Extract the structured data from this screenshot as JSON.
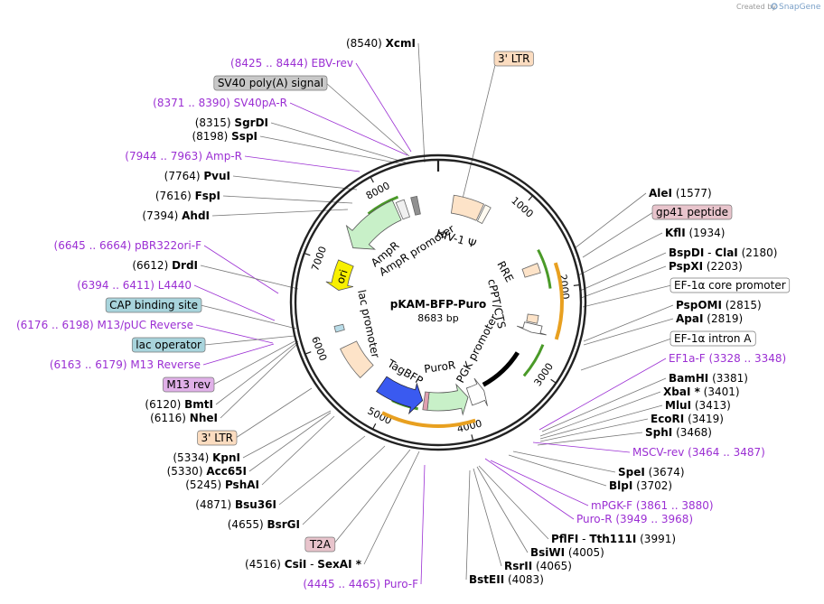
{
  "credit": {
    "created_by": "Created by",
    "brand": "SnapGene"
  },
  "plasmid": {
    "name": "pKAM-BFP-Puro",
    "length": "8683 bp"
  },
  "tick_labels": [
    "1000",
    "2000",
    "3000",
    "4000",
    "5000",
    "6000",
    "7000",
    "8000"
  ],
  "feature_labels": {
    "hiv1_psi": "HIV-1 Ψ",
    "rre": "RRE",
    "cppt": "cPPT/CTS",
    "pgk": "PGK promoter",
    "puror": "PuroR",
    "tagbfp": "TagBFP",
    "lac": "lac promoter",
    "ori": "ori",
    "ampr_promoter": "AmpR promoter",
    "ampr": "AmpR"
  },
  "right_labels": [
    {
      "id": "alei",
      "name": "AleI",
      "pos": "(1577)"
    },
    {
      "id": "gp41",
      "tag": "gp41 peptide",
      "tag_color": "#e8c4cc"
    },
    {
      "id": "kfli",
      "name": "KflI",
      "pos": "(1934)"
    },
    {
      "id": "bspdi",
      "name": "BspDI",
      "sep": "-",
      "name2": "ClaI",
      "pos": "(2180)"
    },
    {
      "id": "pspxi",
      "name": "PspXI",
      "pos": "(2203)"
    },
    {
      "id": "ef1a-core",
      "tag": "EF-1α core promoter",
      "tag_color": "#ffffff"
    },
    {
      "id": "pspomi",
      "name": "PspOMI",
      "pos": "(2815)"
    },
    {
      "id": "apai",
      "name": "ApaI",
      "pos": "(2819)"
    },
    {
      "id": "ef1a-intron",
      "tag": "EF-1α intron A",
      "tag_color": "#ffffff"
    },
    {
      "id": "ef1a-f",
      "primer": "EF1a-F",
      "pos": "(3328 .. 3348)"
    },
    {
      "id": "bamhi",
      "name": "BamHI",
      "pos": "(3381)"
    },
    {
      "id": "xbai",
      "name": "XbaI *",
      "pos": "(3401)"
    },
    {
      "id": "mlui",
      "name": "MluI",
      "pos": "(3413)"
    },
    {
      "id": "ecori",
      "name": "EcoRI",
      "pos": "(3419)"
    },
    {
      "id": "sphi",
      "name": "SphI",
      "pos": "(3468)"
    },
    {
      "id": "mscv-rev",
      "primer": "MSCV-rev",
      "pos": "(3464 .. 3487)"
    },
    {
      "id": "spei",
      "name": "SpeI",
      "pos": "(3674)"
    },
    {
      "id": "blpi",
      "name": "BlpI",
      "pos": "(3702)"
    },
    {
      "id": "mpgk-f",
      "primer": "mPGK-F",
      "pos": "(3861 .. 3880)"
    },
    {
      "id": "puro-r",
      "primer": "Puro-R",
      "pos": "(3949 .. 3968)"
    },
    {
      "id": "pflfi",
      "name": "PflFI",
      "sep": "-",
      "name2": "Tth111I",
      "pos": "(3991)"
    },
    {
      "id": "bsiwi",
      "name": "BsiWI",
      "pos": "(4005)"
    },
    {
      "id": "rsrii",
      "name": "RsrII",
      "pos": "(4065)"
    },
    {
      "id": "bsteii",
      "name": "BstEII",
      "pos": "(4083)"
    }
  ],
  "top_labels": [
    {
      "id": "3ltr-top",
      "tag": "3' LTR",
      "tag_color": "#fbdcc0"
    }
  ],
  "left_labels": [
    {
      "id": "xcmi",
      "name": "XcmI",
      "pos": "(8540)"
    },
    {
      "id": "ebv-rev",
      "primer": "EBV-rev",
      "pos": "(8425 .. 8444)"
    },
    {
      "id": "sv40polya",
      "tag": "SV40 poly(A) signal",
      "tag_color": "#c8c8c8"
    },
    {
      "id": "sv40pa-r",
      "primer": "SV40pA-R",
      "pos": "(8371 .. 8390)"
    },
    {
      "id": "sgrdi",
      "name": "SgrDI",
      "pos": "(8315)"
    },
    {
      "id": "sspi",
      "name": "SspI",
      "pos": "(8198)"
    },
    {
      "id": "amp-r",
      "primer": "Amp-R",
      "pos": "(7944 .. 7963)"
    },
    {
      "id": "pvui",
      "name": "PvuI",
      "pos": "(7764)"
    },
    {
      "id": "fspi",
      "name": "FspI",
      "pos": "(7616)"
    },
    {
      "id": "ahdi",
      "name": "AhdI",
      "pos": "(7394)"
    },
    {
      "id": "pbr322ori-f",
      "primer": "pBR322ori-F",
      "pos": "(6645 .. 6664)"
    },
    {
      "id": "drdi",
      "name": "DrdI",
      "pos": "(6612)"
    },
    {
      "id": "l4440",
      "primer": "L4440",
      "pos": "(6394 .. 6411)"
    },
    {
      "id": "cap",
      "tag": "CAP binding site",
      "tag_color": "#a8d4dc"
    },
    {
      "id": "m13puc",
      "primer": "M13/pUC Reverse",
      "pos": "(6176 .. 6198)"
    },
    {
      "id": "lacop",
      "tag": "lac operator",
      "tag_color": "#a8d4dc"
    },
    {
      "id": "m13rev-primer",
      "primer": "M13 Reverse",
      "pos": "(6163 .. 6179)"
    },
    {
      "id": "m13rev-tag",
      "tag": "M13 rev",
      "tag_color": "#e0b0e8"
    },
    {
      "id": "bmti",
      "name": "BmtI",
      "pos": "(6120)"
    },
    {
      "id": "nhei",
      "name": "NheI",
      "pos": "(6116)"
    },
    {
      "id": "3ltr-left",
      "tag": "3' LTR",
      "tag_color": "#fbdcc0"
    },
    {
      "id": "kpni",
      "name": "KpnI",
      "pos": "(5334)"
    },
    {
      "id": "acc65i",
      "name": "Acc65I",
      "pos": "(5330)"
    },
    {
      "id": "pshai",
      "name": "PshAI",
      "pos": "(5245)"
    },
    {
      "id": "bsu36i",
      "name": "Bsu36I",
      "pos": "(4871)"
    },
    {
      "id": "bsrgi",
      "name": "BsrGI",
      "pos": "(4655)"
    },
    {
      "id": "t2a",
      "tag": "T2A",
      "tag_color": "#e8c4cc"
    },
    {
      "id": "csii",
      "name": "CsiI",
      "sep": "-",
      "name2": "SexAI *",
      "pos": "(4516)"
    },
    {
      "id": "puro-f",
      "primer": "Puro-F",
      "pos": "(4445 .. 4465)"
    }
  ]
}
